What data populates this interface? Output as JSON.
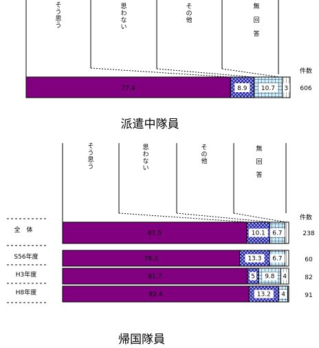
{
  "chart_data": [
    {
      "type": "bar",
      "stacked": true,
      "orientation": "horizontal",
      "title": "派遣中隊員",
      "column_headers": [
        "そう思う",
        "思わない",
        "その他",
        "無回答"
      ],
      "count_header": "件数",
      "categories": [
        ""
      ],
      "series": [
        {
          "name": "そう思う",
          "values": [
            77.4
          ]
        },
        {
          "name": "思わない",
          "values": [
            8.9
          ]
        },
        {
          "name": "その他",
          "values": [
            10.7
          ]
        },
        {
          "name": "無回答",
          "values": [
            3
          ]
        }
      ],
      "counts": [
        "606"
      ],
      "xlim": [
        0,
        100
      ]
    },
    {
      "type": "bar",
      "stacked": true,
      "orientation": "horizontal",
      "title": "帰国隊員",
      "column_headers": [
        "そう思う",
        "思わない",
        "その他",
        "無回答"
      ],
      "count_header": "件数",
      "categories": [
        "全　体",
        "S56年度",
        "H3年度",
        "H8年度"
      ],
      "series": [
        {
          "name": "そう思う",
          "values": [
            81.5,
            78.3,
            81.7,
            82.4
          ]
        },
        {
          "name": "思わない",
          "values": [
            10.1,
            13.3,
            5,
            13.2
          ]
        },
        {
          "name": "その他",
          "values": [
            6.7,
            6.7,
            9.8,
            4
          ]
        },
        {
          "name": "無回答",
          "values": [
            1.7,
            1.7,
            3.5,
            0.4
          ]
        }
      ],
      "segment_labels": [
        [
          "81.5",
          "10.1",
          "6.7",
          ""
        ],
        [
          "78.3",
          "13.3",
          "6.7",
          ""
        ],
        [
          "81.7",
          "5",
          "9.8",
          "4"
        ],
        [
          "82.4",
          "13.2",
          "4",
          ""
        ]
      ],
      "counts": [
        "238",
        "60",
        "82",
        "91"
      ],
      "xlim": [
        0,
        100
      ]
    }
  ],
  "style": {
    "colors": {
      "sou_omou": "#800080",
      "omowanai": "#a8a8f0",
      "sonota": "#cceeff",
      "muk aitou_fill": "#ffffff",
      "line": "#000000",
      "crosshatch": "#000080",
      "grid": "#000000"
    }
  }
}
